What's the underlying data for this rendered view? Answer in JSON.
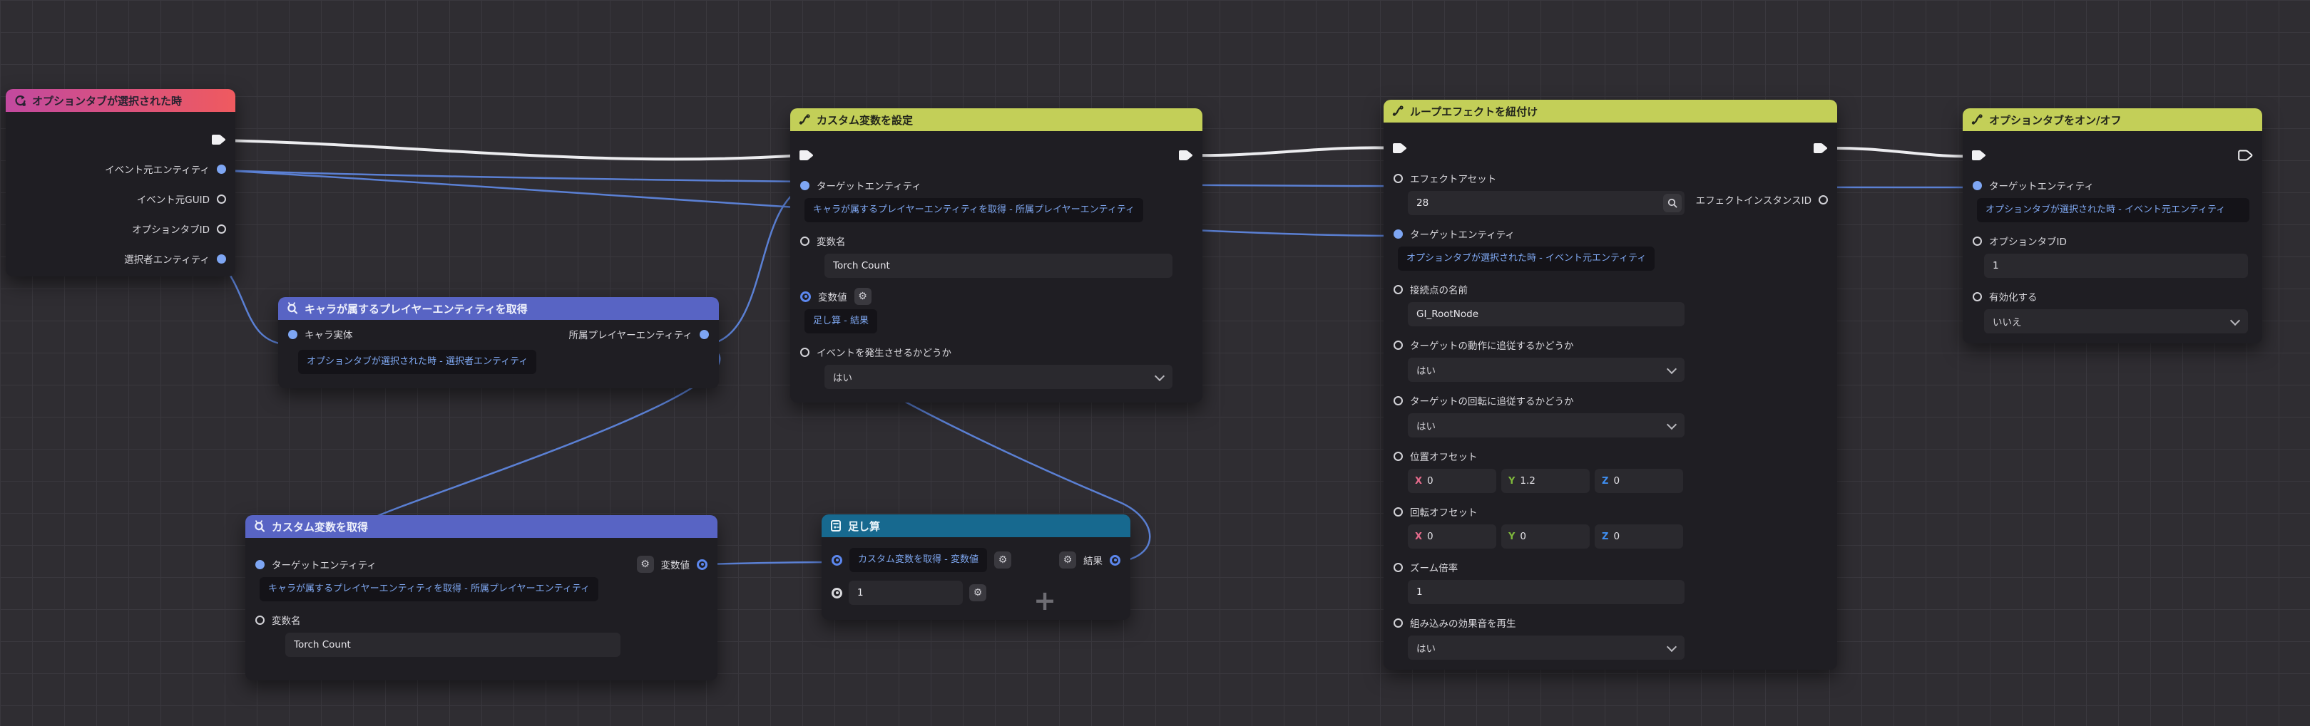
{
  "colors": {
    "event_header_left": "#c2499f",
    "event_header_right": "#ef5a5f",
    "get_header": "#5864c4",
    "action_header": "#c3cf58",
    "math_header": "#17698f",
    "entity_port": "#7ea6f3",
    "variable_port": "#5c87ee",
    "wire_data": "#5b80d4",
    "wire_exec": "#ececef",
    "link_text": "#7fa8f2",
    "axis_x": "#e56b8c",
    "axis_y": "#7fb93c",
    "axis_z": "#3f8ef0"
  },
  "nodes": {
    "on_tab_selected": {
      "title": "オプションタブが選択された時",
      "outputs": {
        "source_entity": "イベント元エンティティ",
        "source_guid": "イベント元GUID",
        "tab_id": "オプションタブID",
        "selector_entity": "選択者エンティティ"
      }
    },
    "get_player_entity": {
      "title": "キャラが属するプレイヤーエンティティを取得",
      "input_label": "キャラ実体",
      "input_link": "オプションタブが選択された時 - 選択者エンティティ",
      "output_label": "所属プレイヤーエンティティ"
    },
    "get_custom_var": {
      "title": "カスタム変数を取得",
      "target_label": "ターゲットエンティティ",
      "target_link": "キャラが属するプレイヤーエンティティを取得 - 所属プレイヤーエンティティ",
      "name_label": "変数名",
      "name_value": "Torch Count",
      "output_label": "変数値"
    },
    "set_custom_var": {
      "title": "カスタム変数を設定",
      "target_label": "ターゲットエンティティ",
      "target_link": "キャラが属するプレイヤーエンティティを取得 - 所属プレイヤーエンティティ",
      "name_label": "変数名",
      "name_value": "Torch Count",
      "value_label": "変数値",
      "value_link": "足し算 - 結果",
      "fire_event_label": "イベントを発生させるかどうか",
      "fire_event_value": "はい"
    },
    "addition": {
      "title": "足し算",
      "operand_a_link": "カスタム変数を取得 - 変数値",
      "operand_b_value": "1",
      "operator": "+",
      "result_label": "結果"
    },
    "attach_loop_effect": {
      "title": "ループエフェクトを紐付け",
      "effect_asset_label": "エフェクトアセット",
      "effect_asset_value": "28",
      "instance_id_label": "エフェクトインスタンスID",
      "target_label": "ターゲットエンティティ",
      "target_link": "オプションタブが選択された時 - イベント元エンティティ",
      "socket_name_label": "接続点の名前",
      "socket_name_value": "GI_RootNode",
      "follow_motion_label": "ターゲットの動作に追従するかどうか",
      "follow_motion_value": "はい",
      "follow_rotation_label": "ターゲットの回転に追従するかどうか",
      "follow_rotation_value": "はい",
      "position_offset_label": "位置オフセット",
      "position_offset": {
        "x": "0",
        "y": "1.2",
        "z": "0"
      },
      "rotation_offset_label": "回転オフセット",
      "rotation_offset": {
        "x": "0",
        "y": "0",
        "z": "0"
      },
      "zoom_label": "ズーム倍率",
      "zoom_value": "1",
      "builtin_sfx_label": "組み込みの効果音を再生",
      "builtin_sfx_value": "はい",
      "axis": {
        "x": "X",
        "y": "Y",
        "z": "Z"
      }
    },
    "toggle_option_tab": {
      "title": "オプションタブをオン/オフ",
      "target_label": "ターゲットエンティティ",
      "target_link": "オプションタブが選択された時 - イベント元エンティティ",
      "tab_id_label": "オプションタブID",
      "tab_id_value": "1",
      "enable_label": "有効化する",
      "enable_value": "いいえ"
    }
  }
}
